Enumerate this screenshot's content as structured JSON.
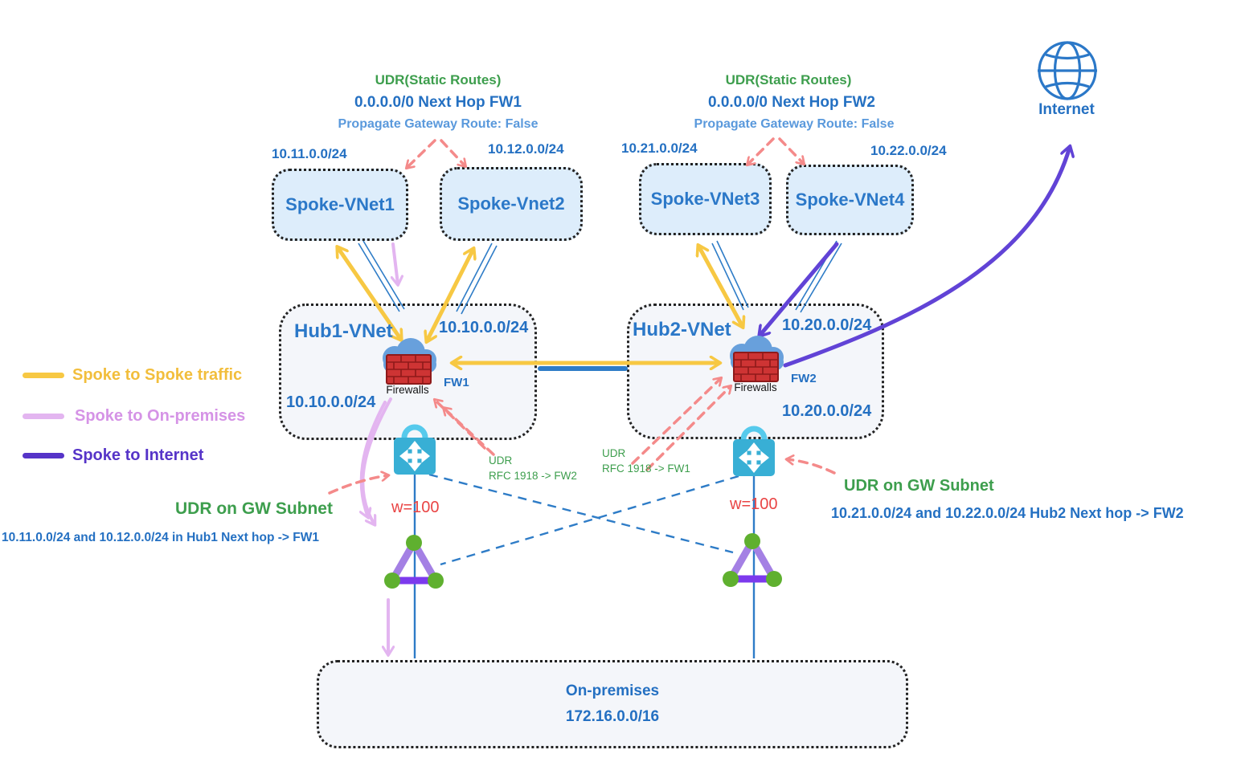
{
  "palette": {
    "yellow": "#F7C843",
    "yellowText": "#F2BE3C",
    "plum": "#E3B5F0",
    "plumText": "#D593E6",
    "purple": "#6143D6",
    "purpleDark": "#5634C8",
    "salmon": "#F48A8A",
    "blue": "#2B78C8",
    "blueDark": "#2470C2",
    "blueLight": "#5A99DC",
    "lineBlue": "#2E7CC7",
    "green": "#3D9E4D",
    "red": "#E94444",
    "teal": "#38AFD5",
    "tealLight": "#56CAEC",
    "spokeFill": "#DDEDFB",
    "hubFill": "#F4F6FA",
    "cloud": "#68A0DC",
    "brick": "#CE3434",
    "brickDark": "#8E1A1A",
    "triPurple": "#A480E4",
    "triPurpleDark": "#7C3AED",
    "triGreen": "#5FB02F"
  },
  "udr_static_left": {
    "title": "UDR(Static Routes)",
    "route": "0.0.0.0/0 Next Hop FW1",
    "propagate": "Propagate Gateway Route: False"
  },
  "udr_static_right": {
    "title": "UDR(Static Routes)",
    "route": "0.0.0.0/0 Next Hop FW2",
    "propagate": "Propagate Gateway Route: False"
  },
  "spokes": [
    {
      "name": "Spoke-VNet1",
      "cidr": "10.11.0.0/24"
    },
    {
      "name": "Spoke-Vnet2",
      "cidr": "10.12.0.0/24"
    },
    {
      "name": "Spoke-VNet3",
      "cidr": "10.21.0.0/24"
    },
    {
      "name": "Spoke-VNet4",
      "cidr": "10.22.0.0/24"
    }
  ],
  "hubs": [
    {
      "name": "Hub1-VNet",
      "cidr_top": "10.10.0.0/24",
      "cidr_bottom": "10.10.0.0/24",
      "fw": "FW1",
      "fw_caption": "Firewalls",
      "weight": "w=100"
    },
    {
      "name": "Hub2-VNet",
      "cidr_top": "10.20.0.0/24",
      "cidr_bottom": "10.20.0.0/24",
      "fw": "FW2",
      "fw_caption": "Firewalls",
      "weight": "w=100"
    }
  ],
  "internet": {
    "label": "Internet"
  },
  "legend": [
    {
      "label": "Spoke to Spoke traffic",
      "color": "#F7C843"
    },
    {
      "label": "Spoke to On-premises",
      "color": "#E3B5F0"
    },
    {
      "label": "Spoke to Internet",
      "color": "#5B3BC8"
    }
  ],
  "udr_gw_left": {
    "title": "UDR on GW Subnet",
    "detail": "10.11.0.0/24 and 10.12.0.0/24 in Hub1 Next hop -> FW1"
  },
  "udr_gw_right": {
    "title": "UDR on GW Subnet",
    "detail": "10.21.0.0/24 and 10.22.0.0/24 Hub2 Next hop -> FW2"
  },
  "udr_fw_left": {
    "line1": "UDR",
    "line2": "RFC 1918 -> FW2"
  },
  "udr_fw_right": {
    "line1": "UDR",
    "line2": "RFC 1918 -> FW1"
  },
  "onprem": {
    "name": "On-premises",
    "cidr": "172.16.0.0/16"
  }
}
